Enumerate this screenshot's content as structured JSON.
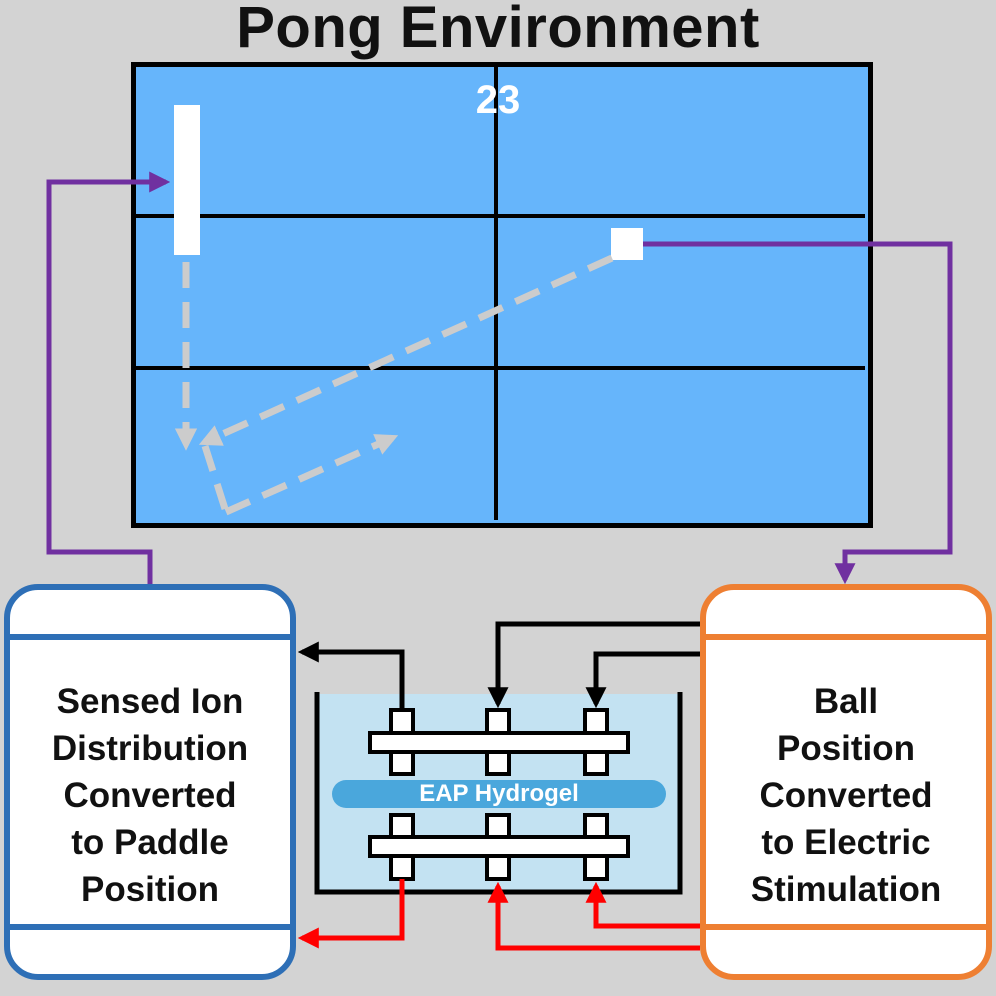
{
  "title": "Pong Environment",
  "score": "23",
  "left_box": {
    "lines": [
      "Sensed Ion",
      "Distribution",
      "Converted",
      "to Paddle",
      "Position"
    ],
    "border_color": "#2e6fb6"
  },
  "right_box": {
    "lines": [
      "Ball",
      "Position",
      "Converted",
      "to Electric",
      "Stimulation"
    ],
    "border_color": "#ee7f32"
  },
  "hydrogel_label": "EAP Hydrogel",
  "colors": {
    "background": "#d3d3d3",
    "board": "#66b5fb",
    "feedback_arrow": "#7030a0",
    "sense_arrow": "#000000",
    "stim_arrow": "#ff0000",
    "trajectory": "#cccccc",
    "bath": "#c3e2f2"
  }
}
